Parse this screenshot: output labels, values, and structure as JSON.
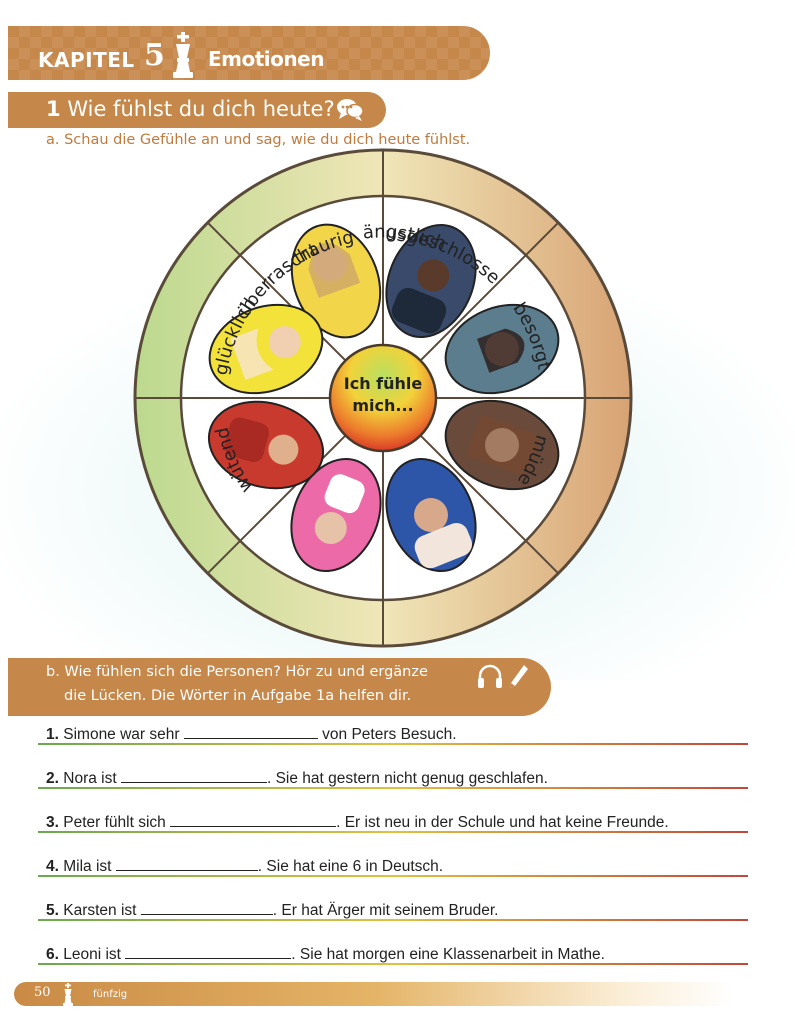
{
  "chapter": {
    "label": "KAPITEL",
    "number": "5",
    "title": "Emotionen"
  },
  "exercise1": {
    "number": "1",
    "title": "Wie fühlst du dich heute?",
    "instruction_a": "a. Schau die Gefühle an und sag, wie du dich heute fühlst."
  },
  "wheel": {
    "center_line1": "Ich fühle",
    "center_line2": "mich...",
    "emotions": [
      "traurig",
      "ausgeschlossen",
      "besorgt",
      "müde",
      "ängstlich",
      "überrascht",
      "wütend",
      "glücklich"
    ]
  },
  "exercise_b": {
    "line1": "b. Wie fühlen sich die Personen? Hör zu und ergänze",
    "line2": "die Lücken. Die Wörter in Aufgabe 1a helfen dir.",
    "sentences": [
      {
        "num": "1.",
        "before": "Simone war sehr",
        "after": "von Peters Besuch."
      },
      {
        "num": "2.",
        "before": "Nora ist",
        "after": ". Sie hat gestern nicht genug geschlafen."
      },
      {
        "num": "3.",
        "before": "Peter fühlt sich",
        "after": ". Er ist neu in der Schule und hat keine Freunde."
      },
      {
        "num": "4.",
        "before": "Mila ist",
        "after": ". Sie hat eine 6 in Deutsch."
      },
      {
        "num": "5.",
        "before": "Karsten ist",
        "after": ". Er hat Ärger mit seinem Bruder."
      },
      {
        "num": "6.",
        "before": "Leoni ist",
        "after": ". Sie hat morgen eine Klassenarbeit in Mathe."
      }
    ]
  },
  "footer": {
    "page_number": "50",
    "page_word": "fünfzig"
  },
  "colors": {
    "accent": "#c5874a",
    "ring_green": "#c8e0a0",
    "ring_tan": "#d9a877",
    "center_green": "#6cbe3c",
    "center_red": "#e0442a"
  },
  "icons": [
    "chess-king-icon",
    "speech-bubbles-icon",
    "headphones-icon",
    "pencil-icon"
  ]
}
